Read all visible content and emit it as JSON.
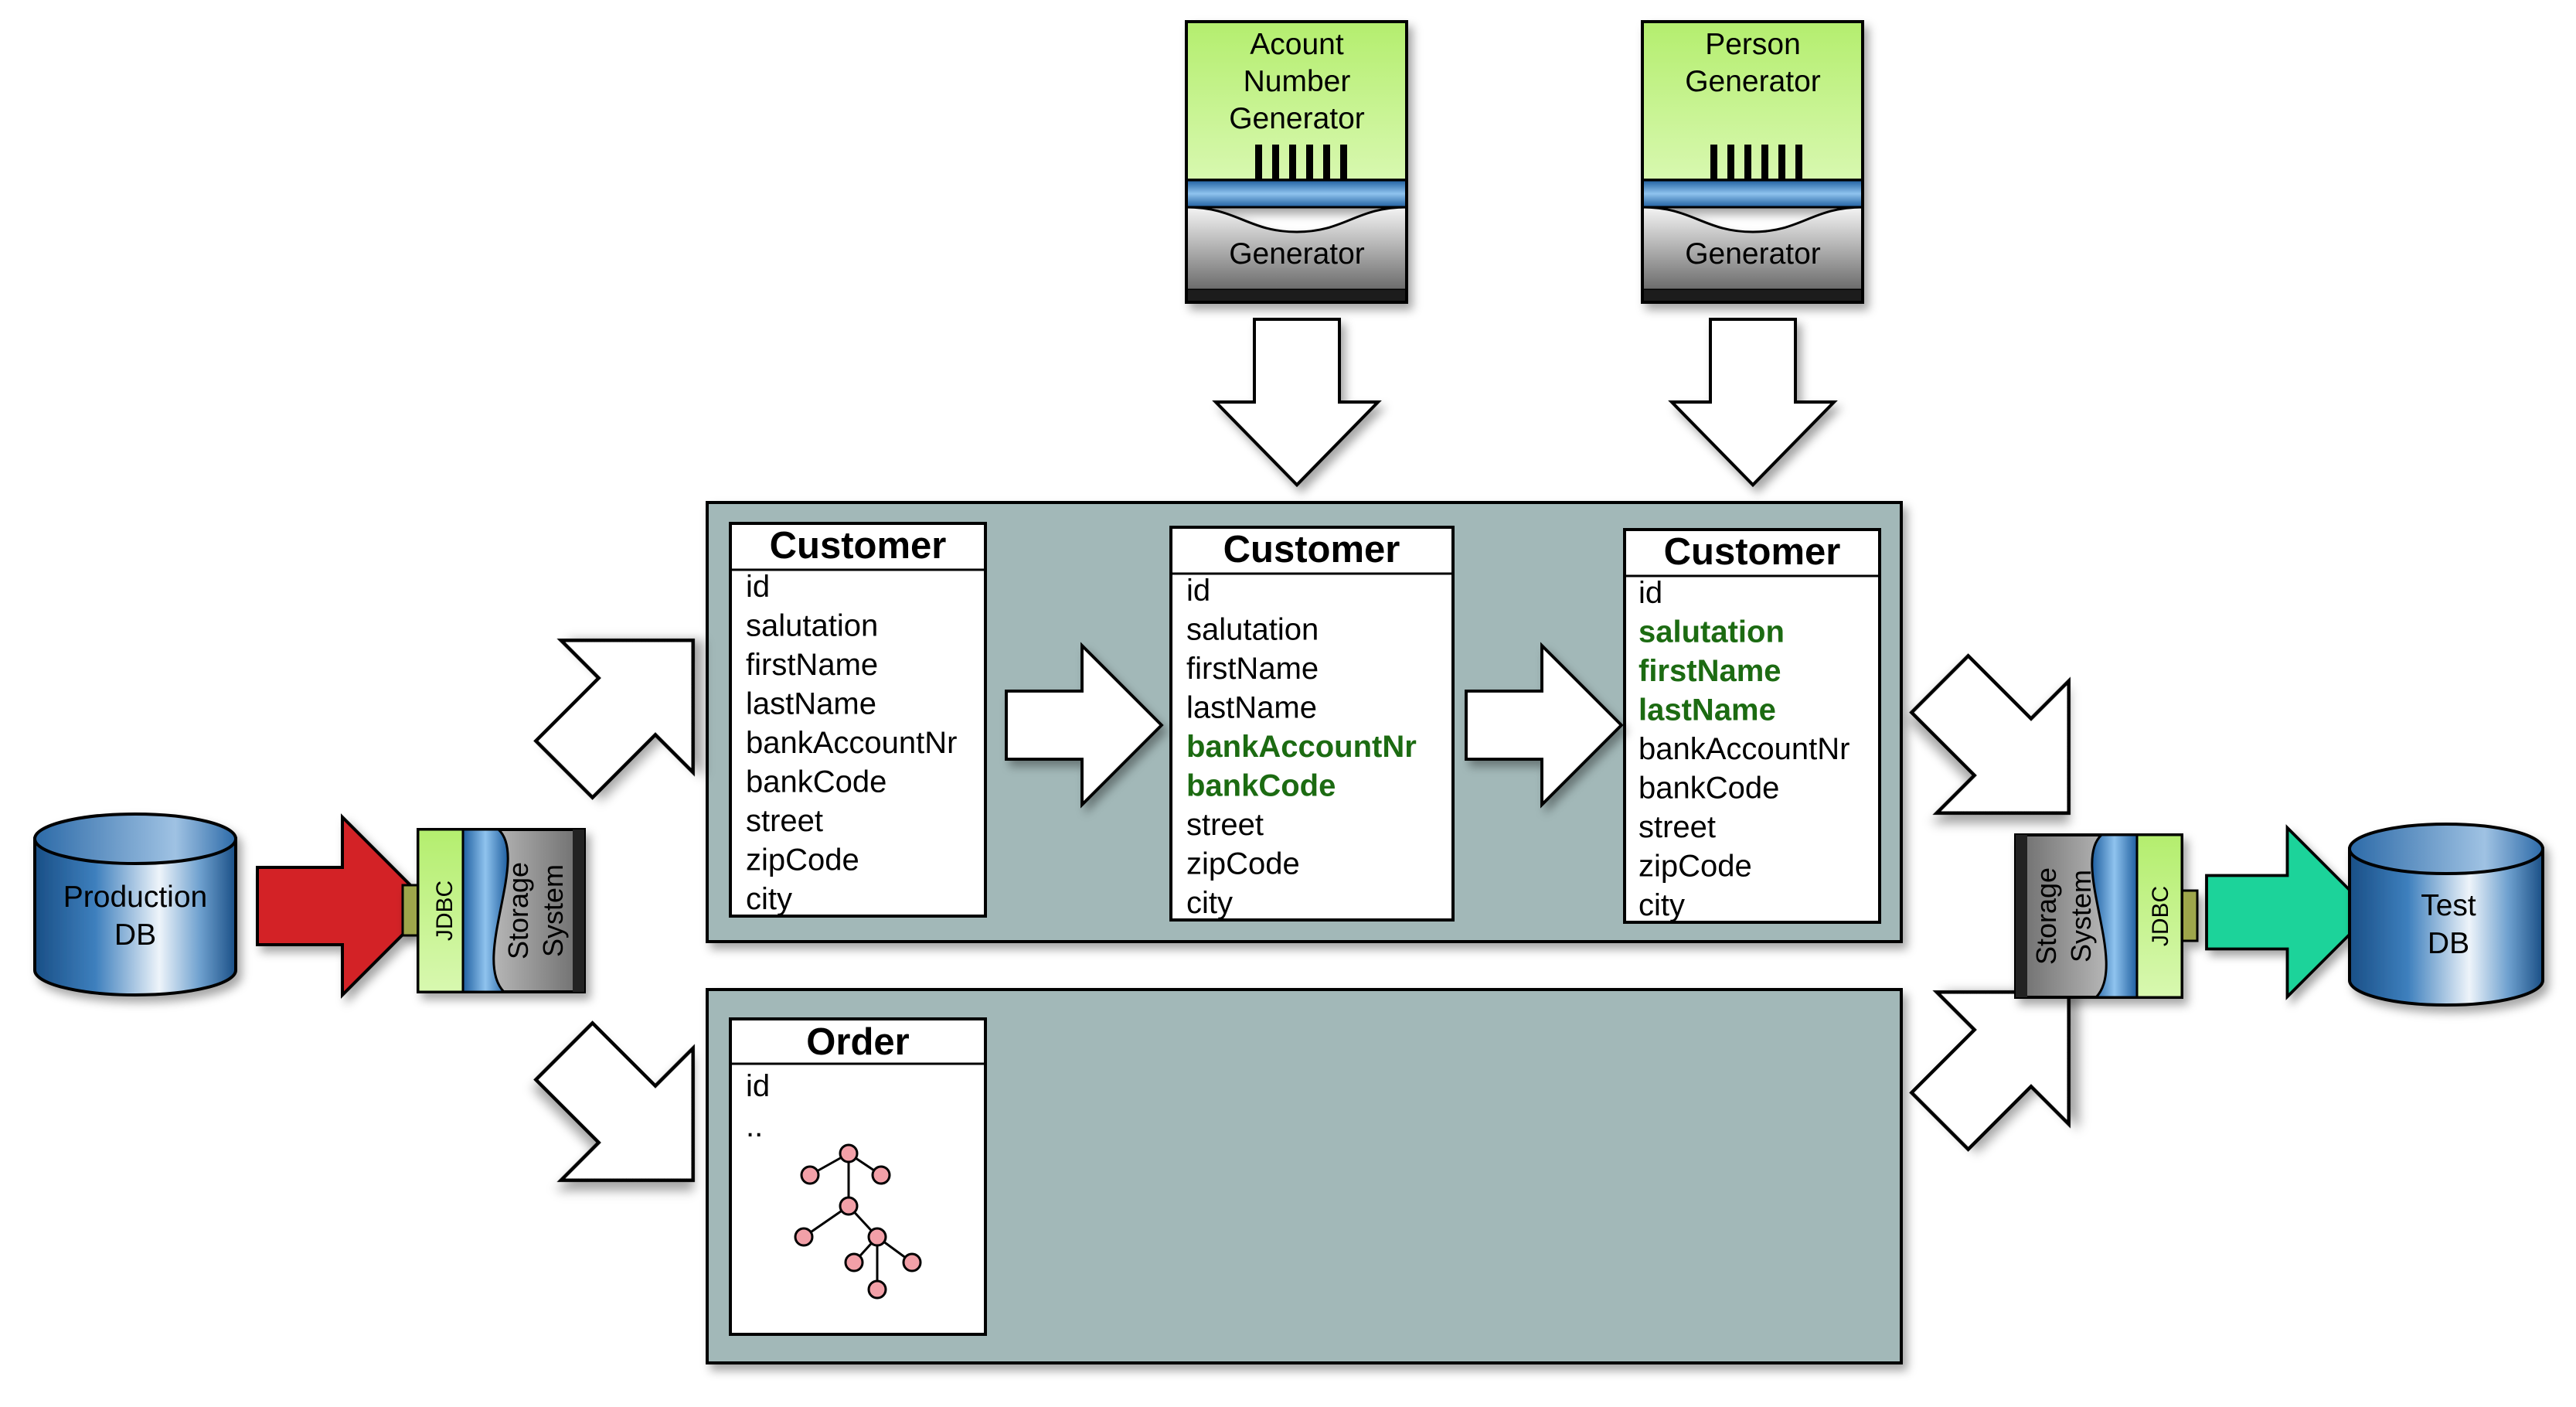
{
  "production_db": {
    "label_line1": "Production",
    "label_line2": "DB"
  },
  "test_db": {
    "label_line1": "Test",
    "label_line2": "DB"
  },
  "storage_left": {
    "jdbc": "JDBC",
    "label_line1": "Storage",
    "label_line2": "System"
  },
  "storage_right": {
    "jdbc": "JDBC",
    "label_line1": "Storage",
    "label_line2": "System"
  },
  "account_generator": {
    "title_lines": [
      "Acount",
      "Number",
      "Generator"
    ],
    "type_label": "Generator"
  },
  "person_generator": {
    "title_lines": [
      "Person",
      "Generator"
    ],
    "type_label": "Generator"
  },
  "customer_stage1": {
    "title": "Customer",
    "fields": [
      {
        "name": "id",
        "hl": false
      },
      {
        "name": "salutation",
        "hl": false
      },
      {
        "name": "firstName",
        "hl": false
      },
      {
        "name": "lastName",
        "hl": false
      },
      {
        "name": "bankAccountNr",
        "hl": false
      },
      {
        "name": "bankCode",
        "hl": false
      },
      {
        "name": "street",
        "hl": false
      },
      {
        "name": "zipCode",
        "hl": false
      },
      {
        "name": "city",
        "hl": false
      }
    ]
  },
  "customer_stage2": {
    "title": "Customer",
    "fields": [
      {
        "name": "id",
        "hl": false
      },
      {
        "name": "salutation",
        "hl": false
      },
      {
        "name": "firstName",
        "hl": false
      },
      {
        "name": "lastName",
        "hl": false
      },
      {
        "name": "bankAccountNr",
        "hl": true
      },
      {
        "name": "bankCode",
        "hl": true
      },
      {
        "name": "street",
        "hl": false
      },
      {
        "name": "zipCode",
        "hl": false
      },
      {
        "name": "city",
        "hl": false
      }
    ]
  },
  "customer_stage3": {
    "title": "Customer",
    "fields": [
      {
        "name": "id",
        "hl": false
      },
      {
        "name": "salutation",
        "hl": true
      },
      {
        "name": "firstName",
        "hl": true
      },
      {
        "name": "lastName",
        "hl": true
      },
      {
        "name": "bankAccountNr",
        "hl": false
      },
      {
        "name": "bankCode",
        "hl": false
      },
      {
        "name": "street",
        "hl": false
      },
      {
        "name": "zipCode",
        "hl": false
      },
      {
        "name": "city",
        "hl": false
      }
    ]
  },
  "order": {
    "title": "Order",
    "fields": [
      "id",
      ".."
    ]
  },
  "colors": {
    "panel": "#a2b8b8",
    "generator_green": "#c6f28c",
    "highlight_green": "#1c6b12",
    "arrow_red": "#d32027",
    "arrow_teal": "#1fd39a",
    "db_blue": "#1f5f9c",
    "tree_node": "#f2a0a8"
  }
}
